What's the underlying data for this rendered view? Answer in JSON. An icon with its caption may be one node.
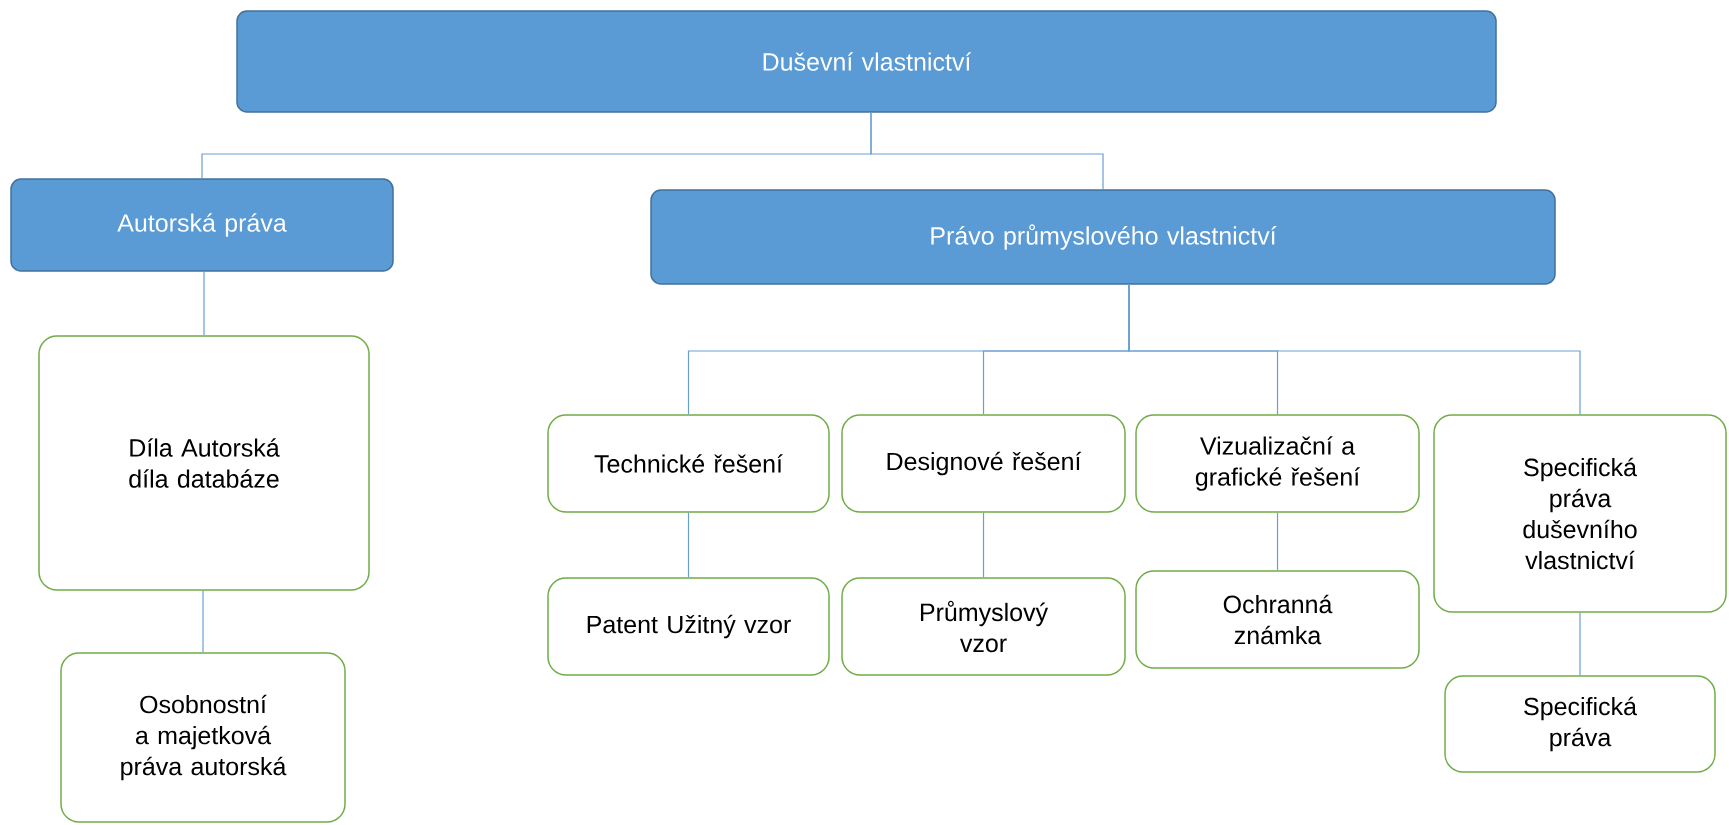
{
  "diagram": {
    "nodes": [
      {
        "text": [
          "Duševní vlastnictví"
        ]
      },
      {
        "text": [
          "Autorská práva"
        ]
      },
      {
        "text": [
          "Právo průmyslového vlastnictví"
        ]
      },
      {
        "text": [
          "Díla Autorská díla databáze"
        ]
      },
      {
        "text": [
          "Osobnostní a majetková práva autorská"
        ]
      },
      {
        "text": [
          "Technické řešení"
        ]
      },
      {
        "text": [
          "Designové řešení"
        ]
      },
      {
        "text": [
          "Vizualizační a grafické řešení"
        ]
      },
      {
        "text": [
          "Specifická práva duševního vlastnictví"
        ]
      },
      {
        "text": [
          "Patent Užitný vzor"
        ]
      },
      {
        "text": [
          "Průmyslový vzor"
        ]
      },
      {
        "text": [
          "Ochranná známka"
        ]
      },
      {
        "text": [
          "Specifická práva"
        ]
      }
    ],
    "edges": [
      {
        "from": 0,
        "to": 1,
        "arrow": "none"
      },
      {
        "from": 0,
        "to": 2,
        "arrow": "none"
      },
      {
        "from": 1,
        "to": 3,
        "arrow": "none"
      },
      {
        "from": 3,
        "to": 4,
        "arrow": "none"
      },
      {
        "from": 2,
        "to": 5,
        "arrow": "none"
      },
      {
        "from": 2,
        "to": 6,
        "arrow": "none"
      },
      {
        "from": 2,
        "to": 7,
        "arrow": "none"
      },
      {
        "from": 2,
        "to": 8,
        "arrow": "none"
      },
      {
        "from": 5,
        "to": 9,
        "arrow": "none"
      },
      {
        "from": 6,
        "to": 10,
        "arrow": "none"
      },
      {
        "from": 7,
        "to": 11,
        "arrow": "none"
      },
      {
        "from": 8,
        "to": 12,
        "arrow": "none"
      }
    ]
  }
}
